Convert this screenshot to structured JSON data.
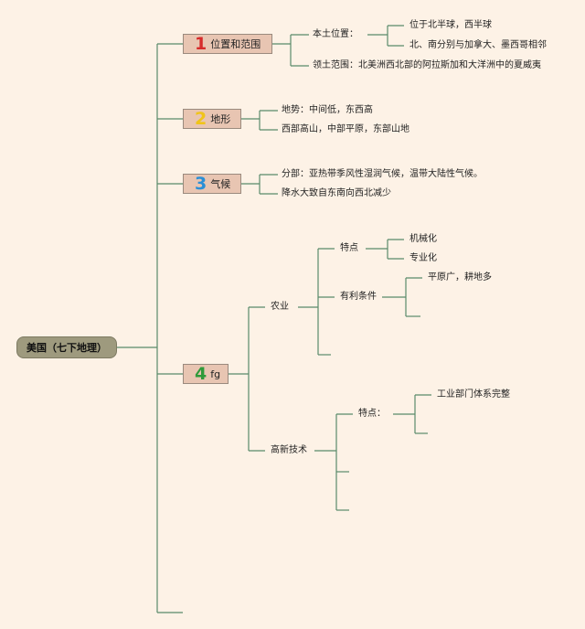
{
  "root": {
    "label": "美国（七下地理）"
  },
  "topics": [
    {
      "number": "1",
      "number_color": "#d62b2b",
      "label": "位置和范围",
      "children": [
        {
          "label": "本土位置：",
          "children": [
            "位于北半球，西半球",
            "北、南分别与加拿大、墨西哥相邻"
          ]
        },
        {
          "label": "领土范围：北美洲西北部的阿拉斯加和大洋洲中的夏威夷"
        }
      ]
    },
    {
      "number": "2",
      "number_color": "#f0c419",
      "label": "地形",
      "children": [
        {
          "label": "地势：中间低，东西高"
        },
        {
          "label": "西部高山，中部平原，东部山地"
        }
      ]
    },
    {
      "number": "3",
      "number_color": "#2b8fd6",
      "label": "气候",
      "children": [
        {
          "label": "分部：亚热带季风性湿润气候，温带大陆性气候。"
        },
        {
          "label": "降水大致自东南向西北减少"
        }
      ]
    },
    {
      "number": "4",
      "number_color": "#2f9a3a",
      "label": "fg",
      "children": [
        {
          "label": "农业",
          "children": [
            {
              "label": "特点",
              "children": [
                "机械化",
                "专业化"
              ]
            },
            {
              "label": "有利条件",
              "children": [
                "平原广，耕地多"
              ]
            }
          ]
        },
        {
          "label": "高新技术",
          "children": [
            {
              "label": "特点：",
              "children": [
                "工业部门体系完整"
              ]
            }
          ]
        }
      ]
    }
  ]
}
